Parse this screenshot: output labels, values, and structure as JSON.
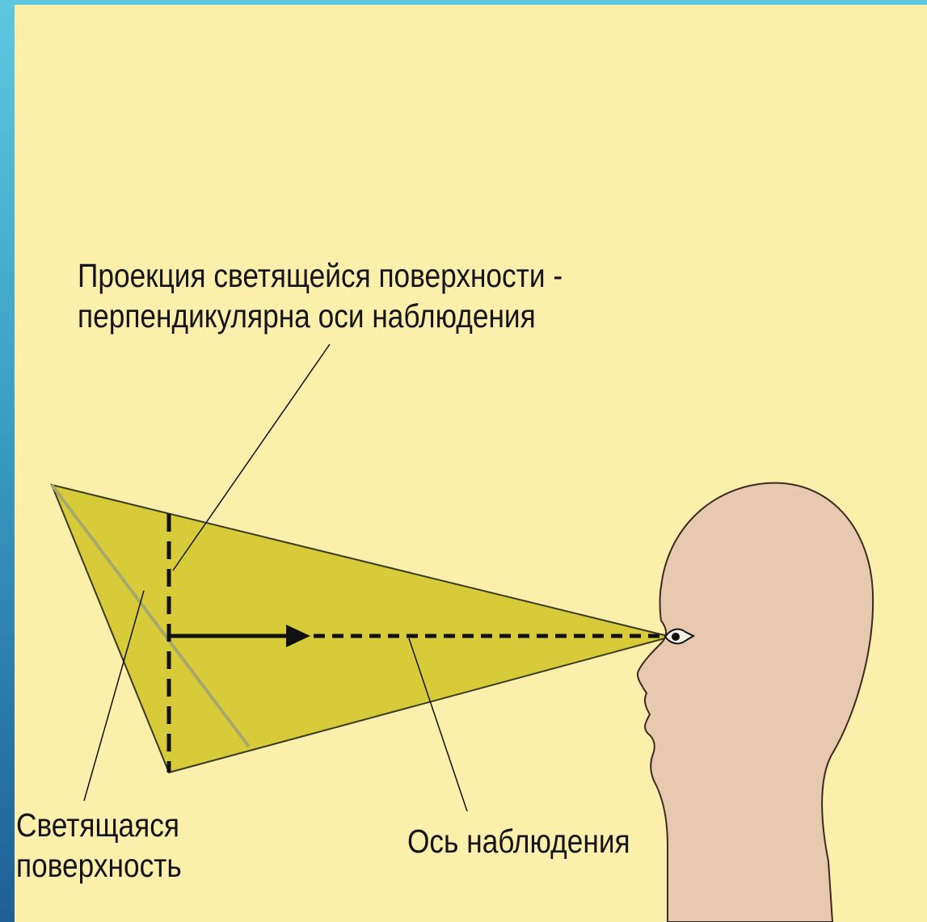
{
  "labels": {
    "projection_line1": "Проекция светящейся поверхности -",
    "projection_line2": "перпендикулярна оси наблюдения",
    "surface_line1": "Светящаяся",
    "surface_line2": "поверхность",
    "axis": "Ось наблюдения"
  },
  "colors": {
    "background": "#fcefab",
    "cone_fill": "#d8cb3a",
    "cone_outline": "#3a3a20",
    "surface_line": "#a6a86e",
    "head_fill": "#e8c8ae",
    "head_outline": "#3a2a20",
    "lines": "#111111",
    "slide_frame": "#3a9ec4"
  }
}
